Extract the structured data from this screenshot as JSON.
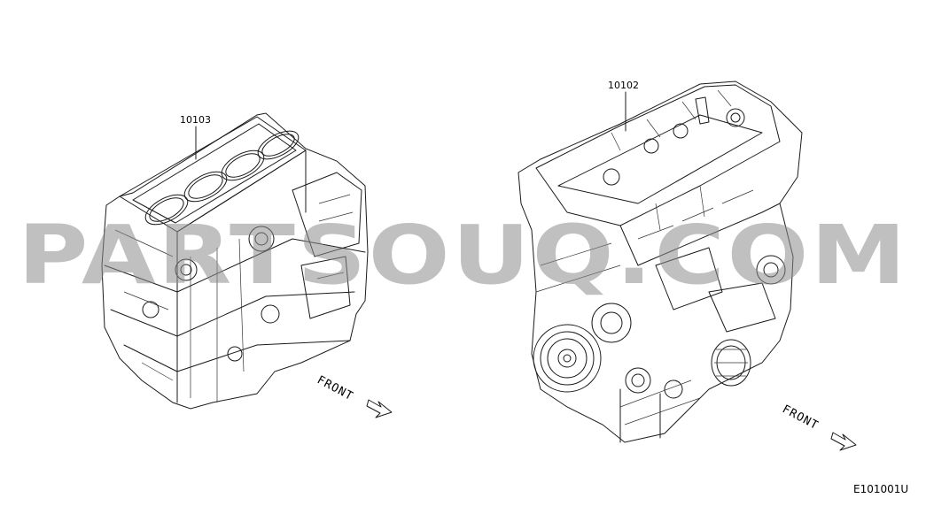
{
  "parts": {
    "cylinder_block": {
      "number": "10103"
    },
    "bare_engine": {
      "number": "10102"
    }
  },
  "front_indicators": [
    {
      "label": "FRONT"
    },
    {
      "label": "FRONT"
    }
  ],
  "diagram_code": "E101001U",
  "watermark": "PARTSOUQ.COM"
}
